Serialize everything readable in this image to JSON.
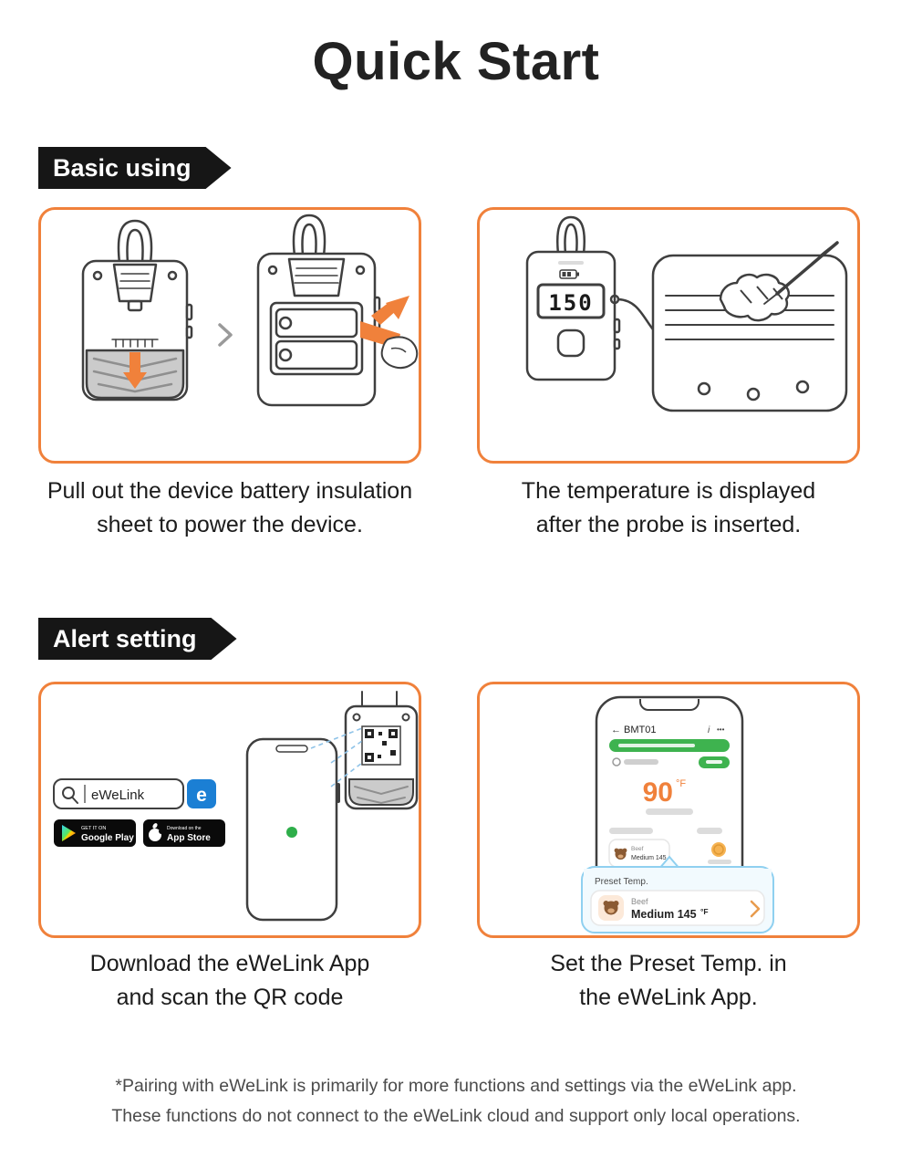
{
  "page": {
    "title": "Quick Start",
    "footnote": [
      "*Pairing with eWeLink is primarily for more functions and settings via the eWeLink app.",
      "These functions do not connect to the eWeLink cloud and support only local operations."
    ]
  },
  "colors": {
    "accent_orange": "#F0813B",
    "banner_black": "#161616",
    "ewelink_blue": "#1B7FD4",
    "success_green": "#3EB34F"
  },
  "sections": {
    "basic": {
      "banner": "Basic using",
      "left_caption": [
        "Pull out the device battery insulation",
        "sheet to power the device."
      ],
      "right_caption": [
        "The temperature is displayed",
        "after the probe is inserted."
      ]
    },
    "alert": {
      "banner": "Alert setting",
      "left_caption": [
        "Download the eWeLink App",
        "and scan the QR code"
      ],
      "right_caption": [
        "Set the Preset Temp. in",
        "the eWeLink App."
      ]
    }
  },
  "ill": {
    "display_value": "150",
    "search_query": "eWeLink",
    "logo_letter": "e",
    "google_play_small": "GET IT ON",
    "google_play": "Google Play",
    "app_store_small": "Download on the",
    "app_store": "App Store",
    "app": {
      "back": "←",
      "device_name": "BMT01",
      "info": "i",
      "more": "•••",
      "temp": "90",
      "unit": "°F",
      "preset_food": "Beef",
      "preset_level": "Medium 145",
      "popup_title": "Preset Temp."
    }
  }
}
